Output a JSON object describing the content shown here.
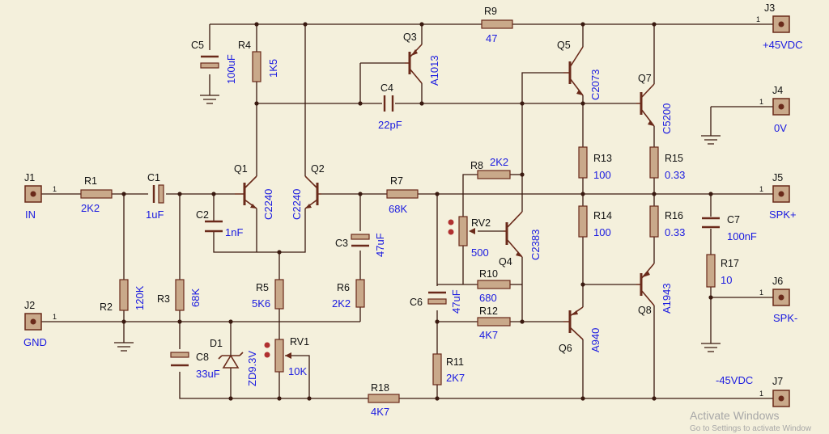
{
  "components": {
    "J1": {
      "ref": "J1",
      "label": "IN",
      "pin": "1"
    },
    "J2": {
      "ref": "J2",
      "label": "GND",
      "pin": "1"
    },
    "J3": {
      "ref": "J3",
      "label": "+45VDC",
      "pin": "1"
    },
    "J4": {
      "ref": "J4",
      "label": "0V",
      "pin": "1"
    },
    "J5": {
      "ref": "J5",
      "label": "SPK+",
      "pin": "1"
    },
    "J6": {
      "ref": "J6",
      "label": "SPK-",
      "pin": "1"
    },
    "J7": {
      "ref": "J7",
      "label": "-45VDC",
      "pin": "1"
    },
    "R1": {
      "ref": "R1",
      "value": "2K2"
    },
    "R2": {
      "ref": "R2",
      "value": "120K"
    },
    "R3": {
      "ref": "R3",
      "value": "68K"
    },
    "R4": {
      "ref": "R4",
      "value": "1K5"
    },
    "R5": {
      "ref": "R5",
      "value": "5K6"
    },
    "R6": {
      "ref": "R6",
      "value": "2K2"
    },
    "R7": {
      "ref": "R7",
      "value": "68K"
    },
    "R8": {
      "ref": "R8",
      "value": "2K2"
    },
    "R9": {
      "ref": "R9",
      "value": "47"
    },
    "R10": {
      "ref": "R10",
      "value": "680"
    },
    "R11": {
      "ref": "R11",
      "value": "2K7"
    },
    "R12": {
      "ref": "R12",
      "value": "4K7"
    },
    "R13": {
      "ref": "R13",
      "value": "100"
    },
    "R14": {
      "ref": "R14",
      "value": "100"
    },
    "R15": {
      "ref": "R15",
      "value": "0.33"
    },
    "R16": {
      "ref": "R16",
      "value": "0.33"
    },
    "R17": {
      "ref": "R17",
      "value": "10"
    },
    "R18": {
      "ref": "R18",
      "value": "4K7"
    },
    "C1": {
      "ref": "C1",
      "value": "1uF"
    },
    "C2": {
      "ref": "C2",
      "value": "1nF"
    },
    "C3": {
      "ref": "C3",
      "value": "47uF"
    },
    "C4": {
      "ref": "C4",
      "value": "22pF"
    },
    "C5": {
      "ref": "C5",
      "value": "100uF"
    },
    "C6": {
      "ref": "C6",
      "value": "47uF"
    },
    "C7": {
      "ref": "C7",
      "value": "100nF"
    },
    "C8": {
      "ref": "C8",
      "value": "33uF"
    },
    "D1": {
      "ref": "D1",
      "value": "ZD9.3V"
    },
    "RV1": {
      "ref": "RV1",
      "value": "10K"
    },
    "RV2": {
      "ref": "RV2",
      "value": "500"
    },
    "Q1": {
      "ref": "Q1",
      "value": "C2240"
    },
    "Q2": {
      "ref": "Q2",
      "value": "C2240"
    },
    "Q3": {
      "ref": "Q3",
      "value": "A1013"
    },
    "Q4": {
      "ref": "Q4",
      "value": "C2383"
    },
    "Q5": {
      "ref": "Q5",
      "value": "C2073"
    },
    "Q6": {
      "ref": "Q6",
      "value": "A940"
    },
    "Q7": {
      "ref": "Q7",
      "value": "C5200"
    },
    "Q8": {
      "ref": "Q8",
      "value": "A1943"
    }
  },
  "watermark": {
    "title": "Activate Windows",
    "subtitle": "Go to Settings to activate Window"
  }
}
